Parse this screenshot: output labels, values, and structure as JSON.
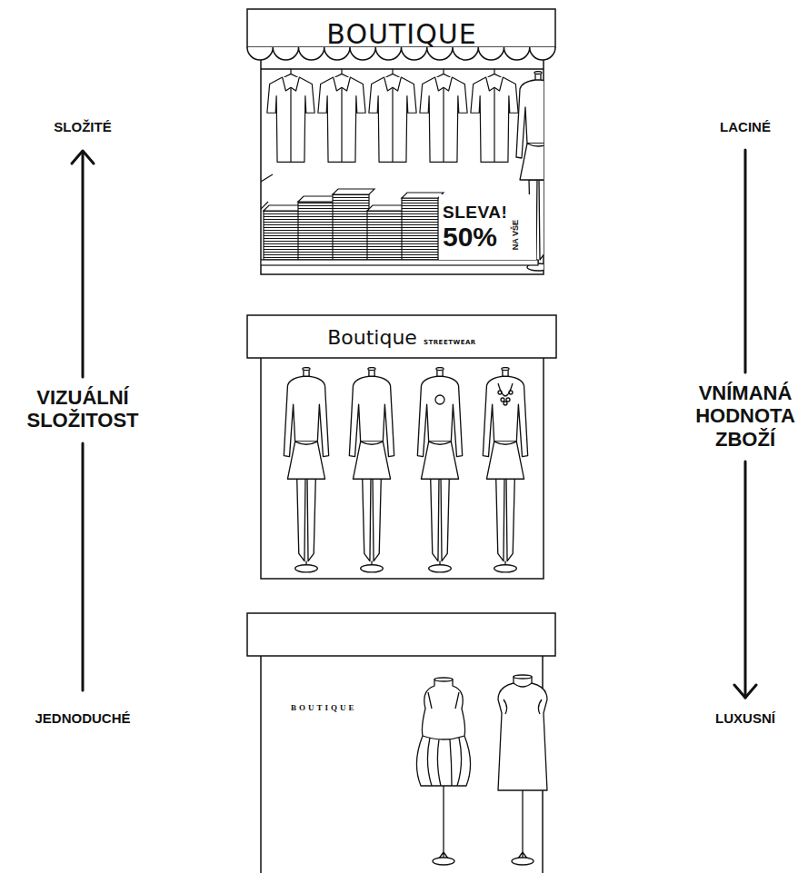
{
  "diagram": {
    "nodes": [
      {
        "text": [
          "BOUTIQUE"
        ]
      },
      {
        "text": [
          "SLEVA!",
          "50%",
          "NA VŠE"
        ],
        "in": 0
      },
      {
        "text": [
          "Boutique",
          "STREETWEAR"
        ]
      },
      {
        "text": [
          "BOUTIQUE"
        ]
      }
    ],
    "labels": [
      "SLOŽITÉ",
      "VIZUÁLNÍ SLOŽITOST",
      "JEDNODUCHÉ",
      "LACINÉ",
      "VNÍMANÁ HODNOTA ZBOŽÍ",
      "LUXUSNÍ"
    ]
  }
}
